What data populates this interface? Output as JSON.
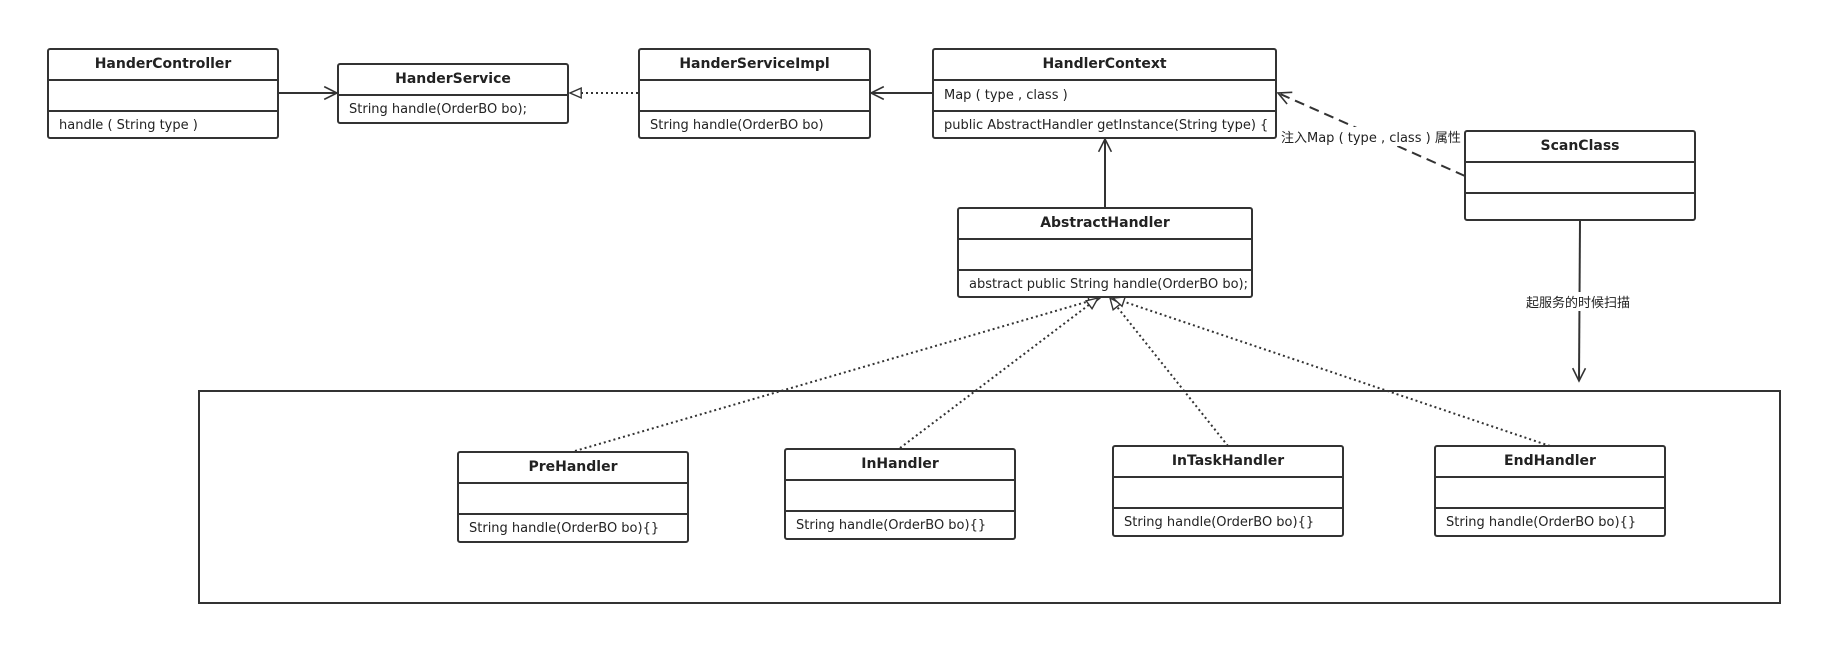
{
  "classes": {
    "hander_controller": {
      "name": "HanderController",
      "attrs": "",
      "ops": "handle ( String type )"
    },
    "hander_service": {
      "name": "HanderService",
      "ops": "String handle(OrderBO bo);"
    },
    "hander_service_impl": {
      "name": "HanderServiceImpl",
      "attrs": "",
      "ops": "String handle(OrderBO bo)"
    },
    "handler_context": {
      "name": "HandlerContext",
      "attrs": "Map ( type , class )",
      "ops": "public AbstractHandler getInstance(String type) {"
    },
    "scan_class": {
      "name": "ScanClass",
      "attrs": "",
      "ops": ""
    },
    "abstract_handler": {
      "name": "AbstractHandler",
      "attrs": "",
      "ops": "abstract public String handle(OrderBO bo);"
    },
    "pre_handler": {
      "name": "PreHandler",
      "attrs": "",
      "ops": "String handle(OrderBO bo){}"
    },
    "in_handler": {
      "name": "InHandler",
      "attrs": "",
      "ops": "String handle(OrderBO bo){}"
    },
    "in_task_handler": {
      "name": "InTaskHandler",
      "attrs": "",
      "ops": "String handle(OrderBO bo){}"
    },
    "end_handler": {
      "name": "EndHandler",
      "attrs": "",
      "ops": "String handle(OrderBO bo){}"
    }
  },
  "edge_labels": {
    "inject": "注入Map ( type , class ) 属性",
    "scan": "起服务的时候扫描"
  },
  "colors": {
    "stroke": "#333333",
    "background": "#ffffff"
  }
}
